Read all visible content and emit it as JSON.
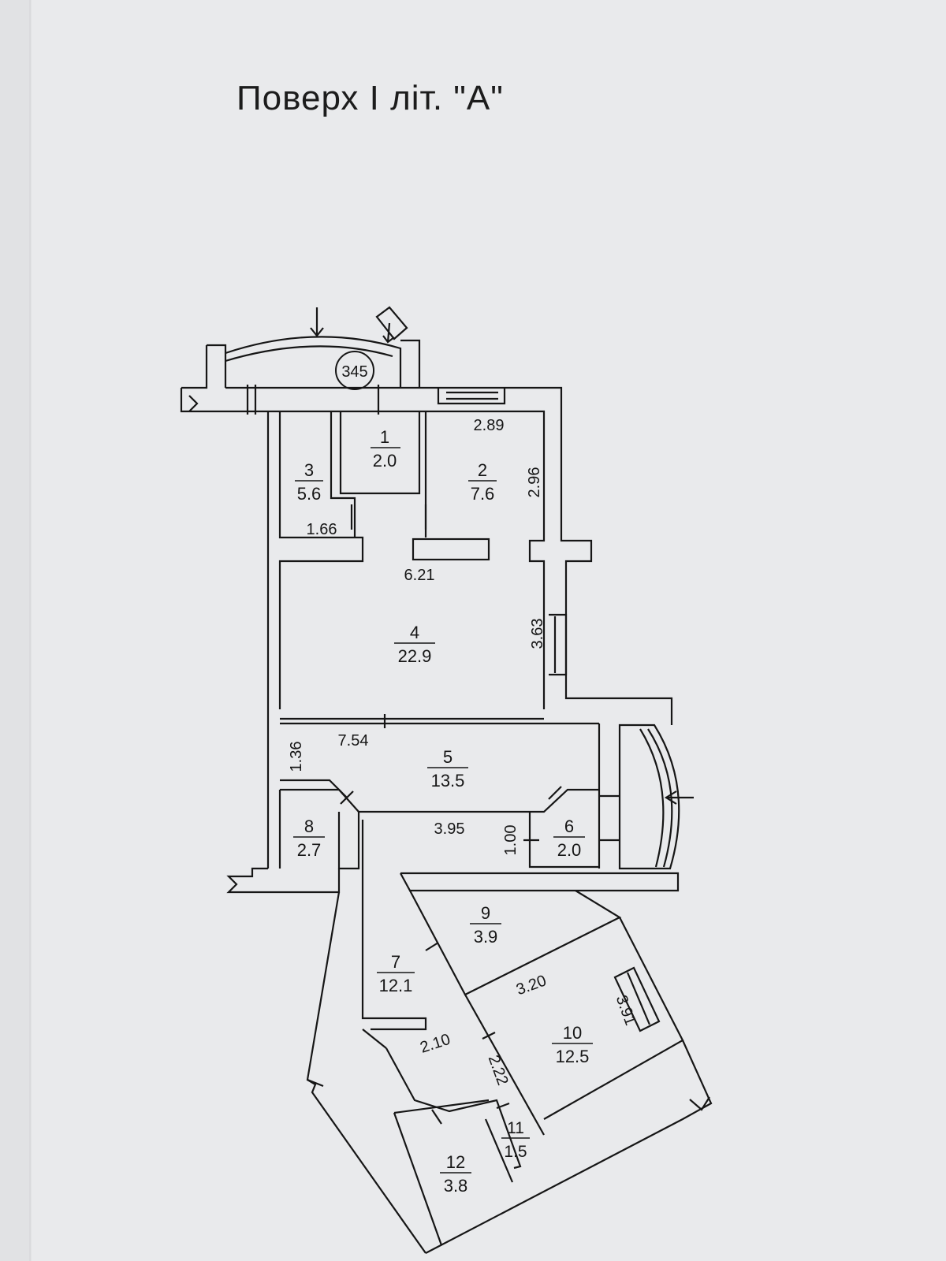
{
  "title": "Поверх  І  літ. \"А\"",
  "building_no": "345",
  "rooms": [
    {
      "num": "1",
      "area": "2.0"
    },
    {
      "num": "2",
      "area": "7.6"
    },
    {
      "num": "3",
      "area": "5.6"
    },
    {
      "num": "4",
      "area": "22.9"
    },
    {
      "num": "5",
      "area": "13.5"
    },
    {
      "num": "6",
      "area": "2.0"
    },
    {
      "num": "7",
      "area": "12.1"
    },
    {
      "num": "8",
      "area": "2.7"
    },
    {
      "num": "9",
      "area": "3.9"
    },
    {
      "num": "10",
      "area": "12.5"
    },
    {
      "num": "11",
      "area": "1.5"
    },
    {
      "num": "12",
      "area": "3.8"
    }
  ],
  "dimensions": {
    "d_289": "2.89",
    "d_296": "2.96",
    "d_166": "1.66",
    "d_621": "6.21",
    "d_363": "3.63",
    "d_754": "7.54",
    "d_136": "1.36",
    "d_395": "3.95",
    "d_100": "1.00",
    "d_320": "3.20",
    "d_391": "3.91",
    "d_210": "2.10",
    "d_222": "2.22"
  },
  "colors": {
    "paper": "#e9eaec",
    "ink": "#161616"
  }
}
